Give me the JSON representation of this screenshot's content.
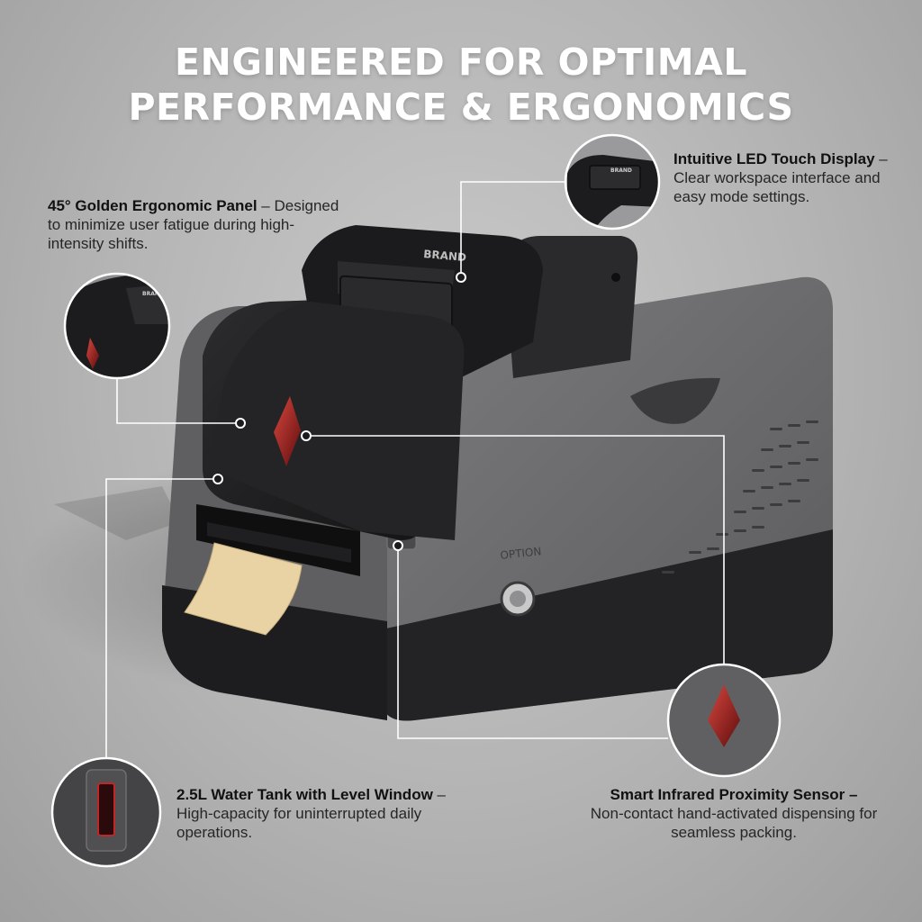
{
  "heading": {
    "line1": "ENGINEERED FOR OPTIMAL",
    "line2": "PERFORMANCE & ERGONOMICS"
  },
  "device": {
    "brand_label": "BRAND",
    "button_label": "OPTION",
    "inset_label": "BRAND"
  },
  "callouts": {
    "panel": {
      "title": "45° Golden Ergonomic Panel",
      "separator": " – ",
      "body": "Designed to minimize user fatigue during high-intensity shifts."
    },
    "display": {
      "title": "Intuitive LED Touch Display",
      "separator": " – ",
      "body": "Clear workspace interface and easy mode settings."
    },
    "tank": {
      "title": "2.5L Water Tank with Level Window",
      "separator": " – ",
      "body": "High-capacity for uninterrupted daily operations."
    },
    "sensor": {
      "title": "Smart Infrared Proximity Sensor –",
      "body": "Non-contact hand-activated dispensing for seamless packing."
    }
  },
  "colors": {
    "body_gray": "#6b6b6d",
    "top_black": "#1f1f21",
    "base_black": "#222224",
    "sensor_red": "#9c1b1b",
    "tape_kraft": "#e9d3a4",
    "leader_line": "#ffffff"
  }
}
